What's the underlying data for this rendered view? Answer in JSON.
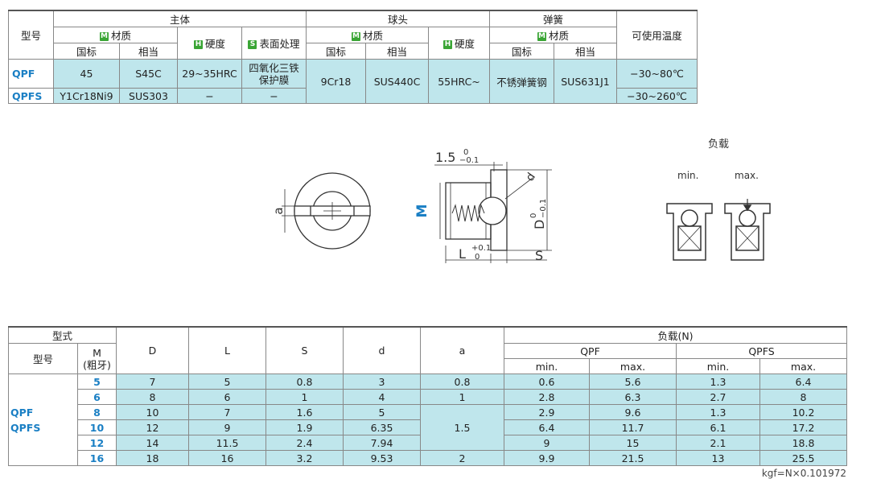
{
  "material_table": {
    "col_model": "型号",
    "group_body": "主体",
    "group_ball": "球头",
    "group_spring": "弹簧",
    "col_temp": "可使用温度",
    "badge_m": "M",
    "badge_h": "H",
    "badge_s": "S",
    "material": "材质",
    "hardness": "硬度",
    "surface": "表面处理",
    "national": "国标",
    "equivalent": "相当",
    "rows": [
      {
        "model": "QPF",
        "body_nat": "45",
        "body_eq": "S45C",
        "body_hard": "29~35HRC",
        "surface": "四氧化三铁\n保护膜",
        "ball_nat": "9Cr18",
        "ball_eq": "SUS440C",
        "ball_hard": "55HRC~",
        "spring_nat": "不锈弹簧钢",
        "spring_eq": "SUS631J1",
        "temp": "−30~80℃"
      },
      {
        "model": "QPFS",
        "body_nat": "Y1Cr18Ni9",
        "body_eq": "SUS303",
        "body_hard": "−",
        "surface": "−",
        "temp": "−30~260℃"
      }
    ]
  },
  "diagram": {
    "dim_15": "1.5",
    "tol_15_top": "0",
    "tol_15_bot": "−0.1",
    "label_a": "a",
    "label_d": "d",
    "label_M": "M",
    "label_D": "D",
    "tol_D_top": "0",
    "tol_D_bot": "−0.1",
    "label_L": "L",
    "tol_L_top": "+0.1",
    "tol_L_bot": "0",
    "label_S": "S",
    "load_title": "负载",
    "load_min": "min.",
    "load_max": "max."
  },
  "dims_table": {
    "h_type": "型式",
    "h_model": "型号",
    "h_M": "M",
    "h_M2": "(粗牙)",
    "h_D": "D",
    "h_L": "L",
    "h_S": "S",
    "h_d": "d",
    "h_a": "a",
    "h_load": "负载(N)",
    "h_qpf": "QPF",
    "h_qpfs": "QPFS",
    "h_min": "min.",
    "h_max": "max.",
    "models": [
      "QPF",
      "QPFS"
    ],
    "rows": [
      {
        "M": "5",
        "D": "7",
        "L": "5",
        "S": "0.8",
        "d": "3",
        "a": "0.8",
        "qpf_min": "0.6",
        "qpf_max": "5.6",
        "qpfs_min": "1.3",
        "qpfs_max": "6.4"
      },
      {
        "M": "6",
        "D": "8",
        "L": "6",
        "S": "1",
        "d": "4",
        "a": "1",
        "qpf_min": "2.8",
        "qpf_max": "6.3",
        "qpfs_min": "2.7",
        "qpfs_max": "8"
      },
      {
        "M": "8",
        "D": "10",
        "L": "7",
        "S": "1.6",
        "d": "5",
        "a": "1.5",
        "qpf_min": "2.9",
        "qpf_max": "9.6",
        "qpfs_min": "1.3",
        "qpfs_max": "10.2"
      },
      {
        "M": "10",
        "D": "12",
        "L": "9",
        "S": "1.9",
        "d": "6.35",
        "qpf_min": "6.4",
        "qpf_max": "11.7",
        "qpfs_min": "6.1",
        "qpfs_max": "17.2"
      },
      {
        "M": "12",
        "D": "14",
        "L": "11.5",
        "S": "2.4",
        "d": "7.94",
        "qpf_min": "9",
        "qpf_max": "15",
        "qpfs_min": "2.1",
        "qpfs_max": "18.8"
      },
      {
        "M": "16",
        "D": "18",
        "L": "16",
        "S": "3.2",
        "d": "9.53",
        "a": "2",
        "qpf_min": "9.9",
        "qpf_max": "21.5",
        "qpfs_min": "13",
        "qpfs_max": "25.5"
      }
    ],
    "note": "kgf=N×0.101972"
  }
}
